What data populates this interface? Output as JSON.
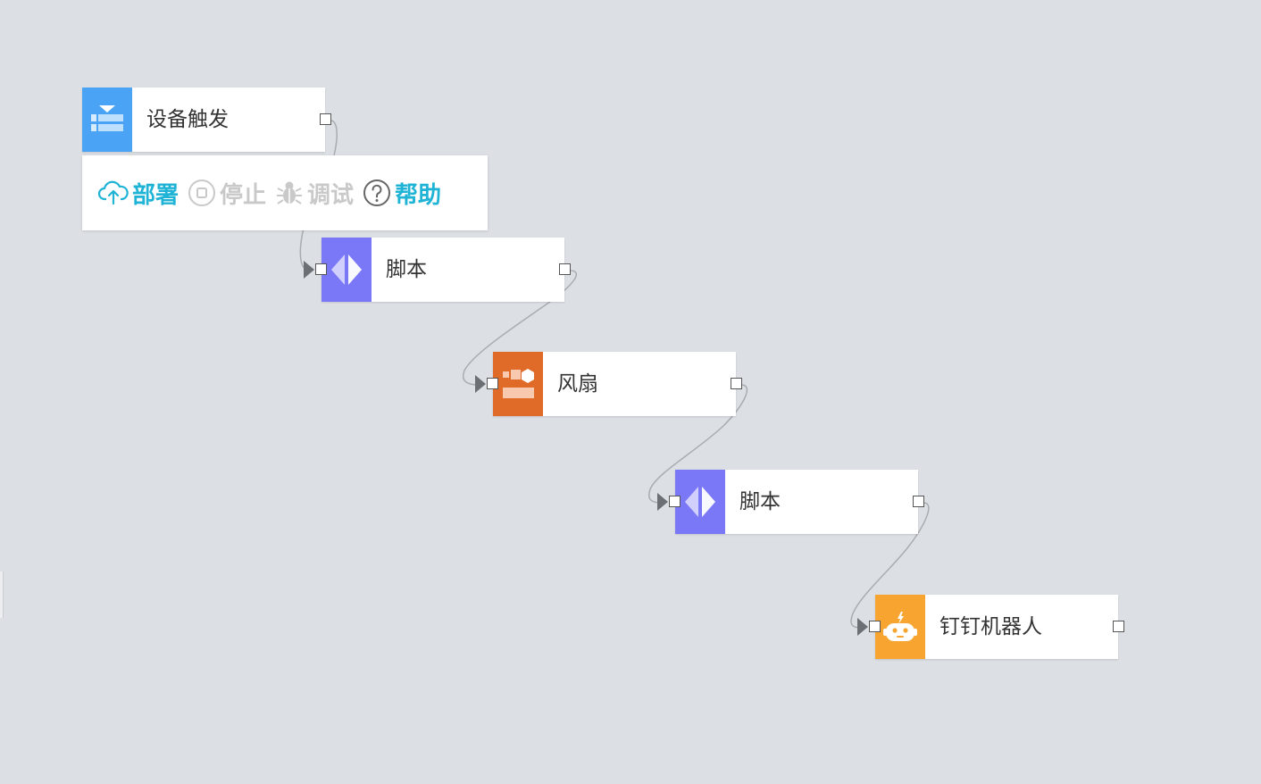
{
  "canvas": {
    "background": "#dcdfe3"
  },
  "nodes": [
    {
      "id": "device-trigger",
      "label": "设备触发",
      "icon": "device-trigger-icon",
      "color": "#4aa3f5"
    },
    {
      "id": "script-1",
      "label": "脚本",
      "icon": "script-icon",
      "color": "#7b78f7"
    },
    {
      "id": "fan",
      "label": "风扇",
      "icon": "device-blocks-icon",
      "color": "#e06a27"
    },
    {
      "id": "script-2",
      "label": "脚本",
      "icon": "script-icon",
      "color": "#7b78f7"
    },
    {
      "id": "dingtalk-robot",
      "label": "钉钉机器人",
      "icon": "robot-icon",
      "color": "#f7a530"
    }
  ],
  "toolbar": {
    "deploy_label": "部署",
    "stop_label": "停止",
    "debug_label": "调试",
    "help_label": "帮助",
    "colors": {
      "active": "#1fb3d6",
      "disabled": "#c9c9c9",
      "help_icon": "#666666"
    }
  },
  "wires": [
    {
      "from": "device-trigger",
      "to": "script-1"
    },
    {
      "from": "script-1",
      "to": "fan"
    },
    {
      "from": "fan",
      "to": "script-2"
    },
    {
      "from": "script-2",
      "to": "dingtalk-robot"
    }
  ]
}
